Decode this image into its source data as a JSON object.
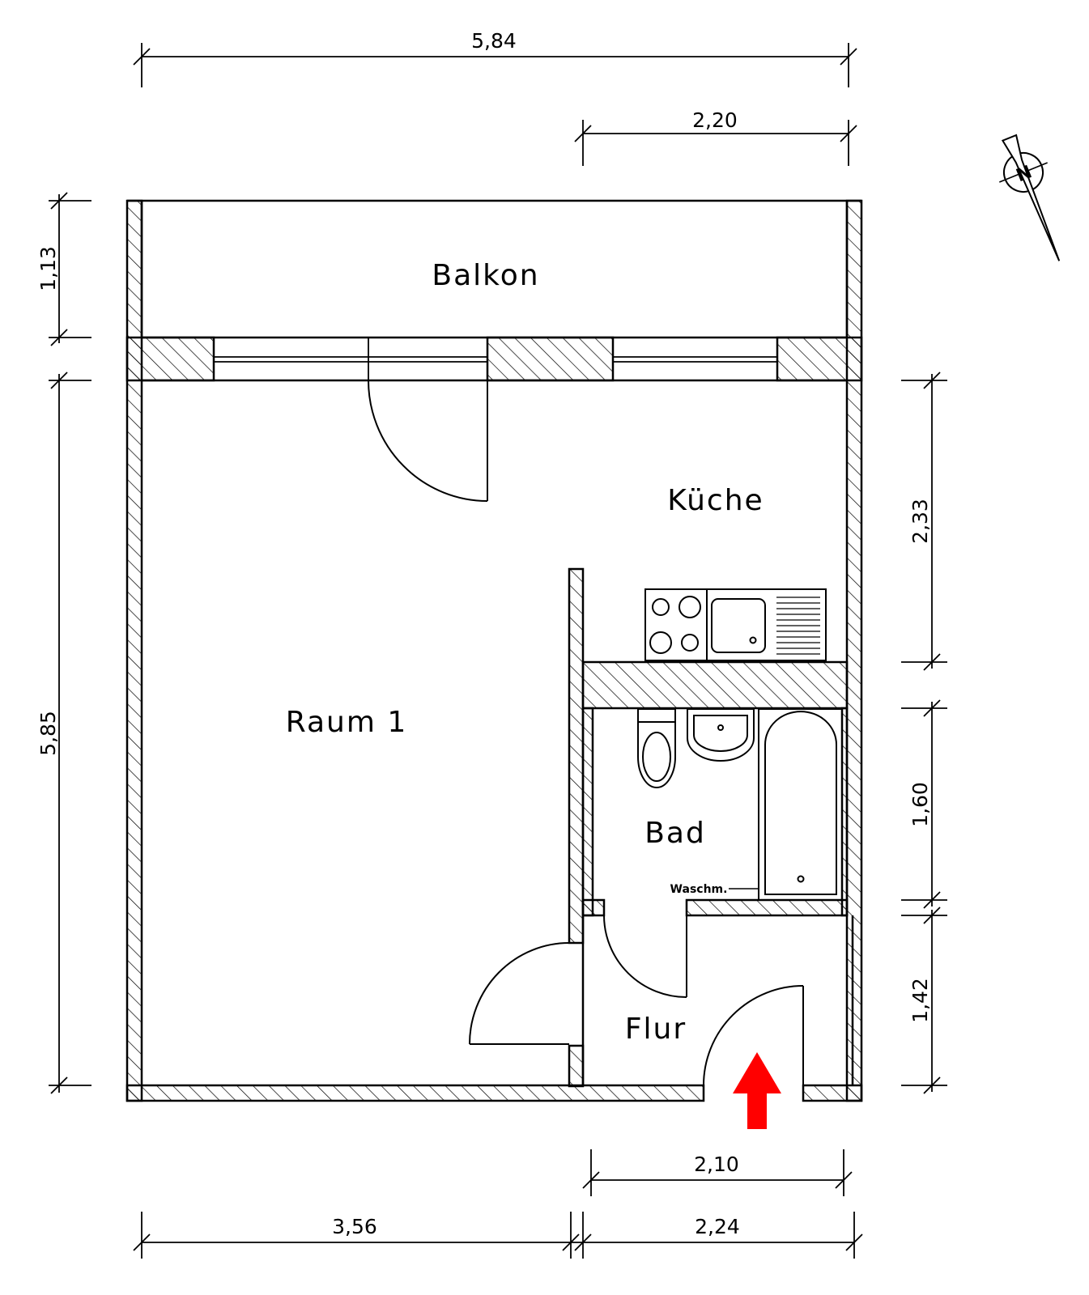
{
  "rooms": {
    "balkon": "Balkon",
    "kueche": "Küche",
    "raum1": "Raum 1",
    "bad": "Bad",
    "flur": "Flur"
  },
  "annotations": {
    "waschmaschine": "Waschm."
  },
  "dimensions": {
    "total_width": "5,84",
    "kitchen_width": "2,20",
    "balkon_depth": "1,13",
    "main_depth": "5,85",
    "kitchen_depth": "2,33",
    "bath_depth": "1,60",
    "flur_depth": "1,42",
    "flur_width": "2,10",
    "raum_width": "3,56",
    "right_width": "2,24"
  },
  "compass": {
    "label": "N"
  },
  "colors": {
    "entrance_arrow": "#ff0000",
    "lines": "#000000"
  },
  "icons": {
    "entrance": "entrance-arrow-icon",
    "north": "north-arrow-icon"
  }
}
